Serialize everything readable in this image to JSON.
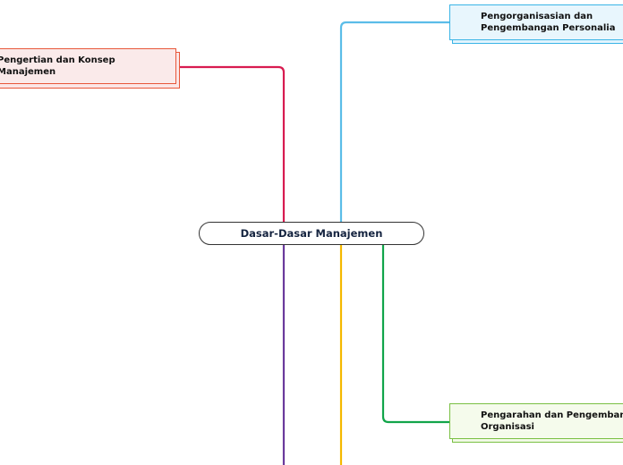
{
  "central_topic": {
    "label": "Dasar-Dasar Manajemen"
  },
  "topics": {
    "red": {
      "line1": "Pengertian dan Konsep",
      "line2": "Manajemen",
      "color": "#d81b50"
    },
    "blue": {
      "line1": "Pengorganisasian dan",
      "line2": "Pengembangan Personalia",
      "color": "#5bbde8"
    },
    "green": {
      "line1": "Pengarahan dan Pengembangan",
      "line2": "Organisasi",
      "color": "#12a54a"
    }
  },
  "branch_colors": {
    "purple": "#6a3a9c",
    "yellow": "#f5b800"
  }
}
